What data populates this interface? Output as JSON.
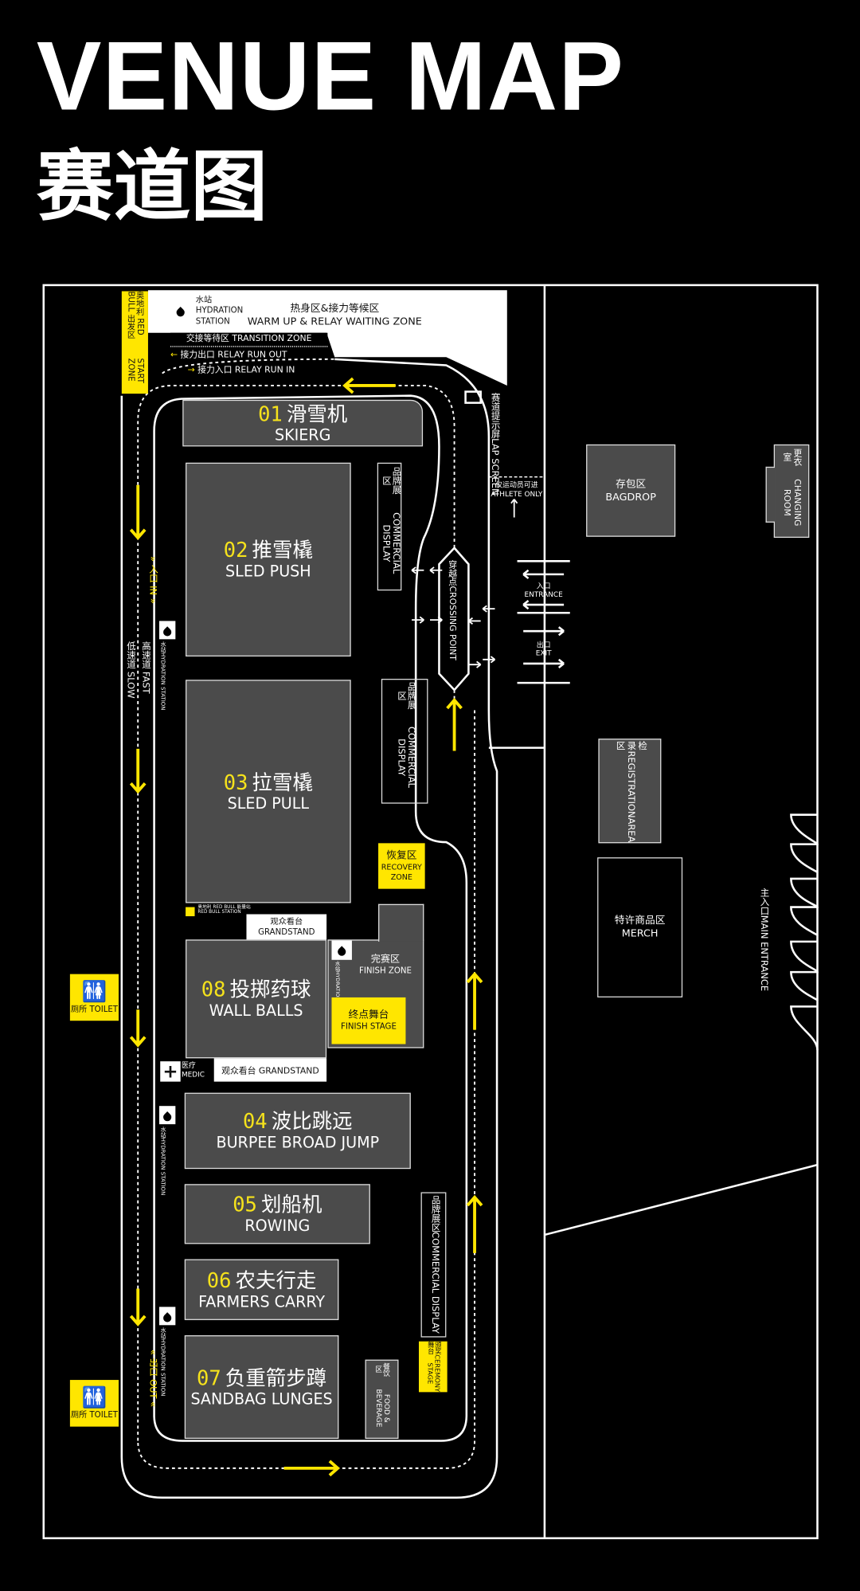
{
  "header": {
    "title": "VENUE MAP",
    "subtitle": "赛道图"
  },
  "colors": {
    "accent": "#ffe600",
    "station": "#4b4b4b",
    "background": "#000000",
    "line": "#ffffff"
  },
  "warmup": {
    "hydration_cn": "水站",
    "hydration_en1": "HYDRATION",
    "hydration_en2": "STATION",
    "zone_cn": "热身区&接力等候区",
    "zone_en": "WARM UP & RELAY WAITING ZONE"
  },
  "start_zone": {
    "text": "奥地利 RED BULL 出发区",
    "en": "START ZONE"
  },
  "transition": {
    "label": "交接等待区 TRANSITION ZONE"
  },
  "relay_out": {
    "label": "接力出口 RELAY RUN OUT",
    "arrow": "←"
  },
  "relay_in": {
    "label": "接力入口 RELAY RUN IN",
    "arrow": "→"
  },
  "stations": [
    {
      "num": "01",
      "cn": "滑雪机",
      "en": "SKIERG"
    },
    {
      "num": "02",
      "cn": "推雪橇",
      "en": "SLED PUSH"
    },
    {
      "num": "03",
      "cn": "拉雪橇",
      "en": "SLED PULL"
    },
    {
      "num": "04",
      "cn": "波比跳远",
      "en": "BURPEE BROAD JUMP"
    },
    {
      "num": "05",
      "cn": "划船机",
      "en": "ROWING"
    },
    {
      "num": "06",
      "cn": "农夫行走",
      "en": "FARMERS CARRY"
    },
    {
      "num": "07",
      "cn": "负重箭步蹲",
      "en": "SANDBAG LUNGES"
    },
    {
      "num": "08",
      "cn": "投掷药球",
      "en": "WALL BALLS"
    }
  ],
  "commercial_display": {
    "cn": "品牌展区",
    "en": "COMMERCIAL DISPLAY"
  },
  "lap_screen": {
    "cn": "赛道提示屏",
    "en": "LAP SCREEN"
  },
  "athlete_only": {
    "cn": "仅运动员可进",
    "en": "ATHLETE ONLY"
  },
  "crossing": {
    "cn": "穿越点",
    "en": "CROSSING POINT"
  },
  "entrance": {
    "cn": "入口",
    "en": "ENTRANCE"
  },
  "exit": {
    "cn": "出口",
    "en": "EXIT"
  },
  "lanes": {
    "in": "入口 IN",
    "out": "出口 OUT",
    "fast": "高速道 FAST",
    "slow": "低速道 SLOW"
  },
  "hydration": {
    "cn": "水站",
    "en": "HYDRATION STATION"
  },
  "recovery": {
    "cn": "恢复区",
    "en1": "RECOVERY",
    "en2": "ZONE"
  },
  "red_bull_station": {
    "cn": "奥地利 RED BULL 能量站",
    "en": "RED BULL STATION"
  },
  "grandstand": {
    "cn": "观众看台",
    "en": "GRANDSTAND",
    "full": "观众看台 GRANDSTAND"
  },
  "finish_zone": {
    "cn": "完赛区",
    "en": "FINISH ZONE"
  },
  "finish_stage": {
    "cn": "终点舞台",
    "en": "FINISH STAGE"
  },
  "medic": {
    "cn": "医疗",
    "en": "MEDIC"
  },
  "toilet": {
    "label": "厕所 TOILET"
  },
  "ceremony": {
    "cn": "颁奖舞台",
    "en": "CEREMONY STAGE"
  },
  "food": {
    "cn": "餐饮区",
    "en": "FOOD & BEVERAGE"
  },
  "bagdrop": {
    "cn": "存包区",
    "en": "BAGDROP"
  },
  "changing": {
    "cn": "更衣室",
    "en": "CHANGING ROOM"
  },
  "registration": {
    "cn": "检录区",
    "en1": "REGISTRATION",
    "en2": "AREA"
  },
  "merch": {
    "cn": "特许商品区",
    "en": "MERCH"
  },
  "main_entrance": {
    "cn": "主入口",
    "en": "MAIN ENTRANCE"
  }
}
